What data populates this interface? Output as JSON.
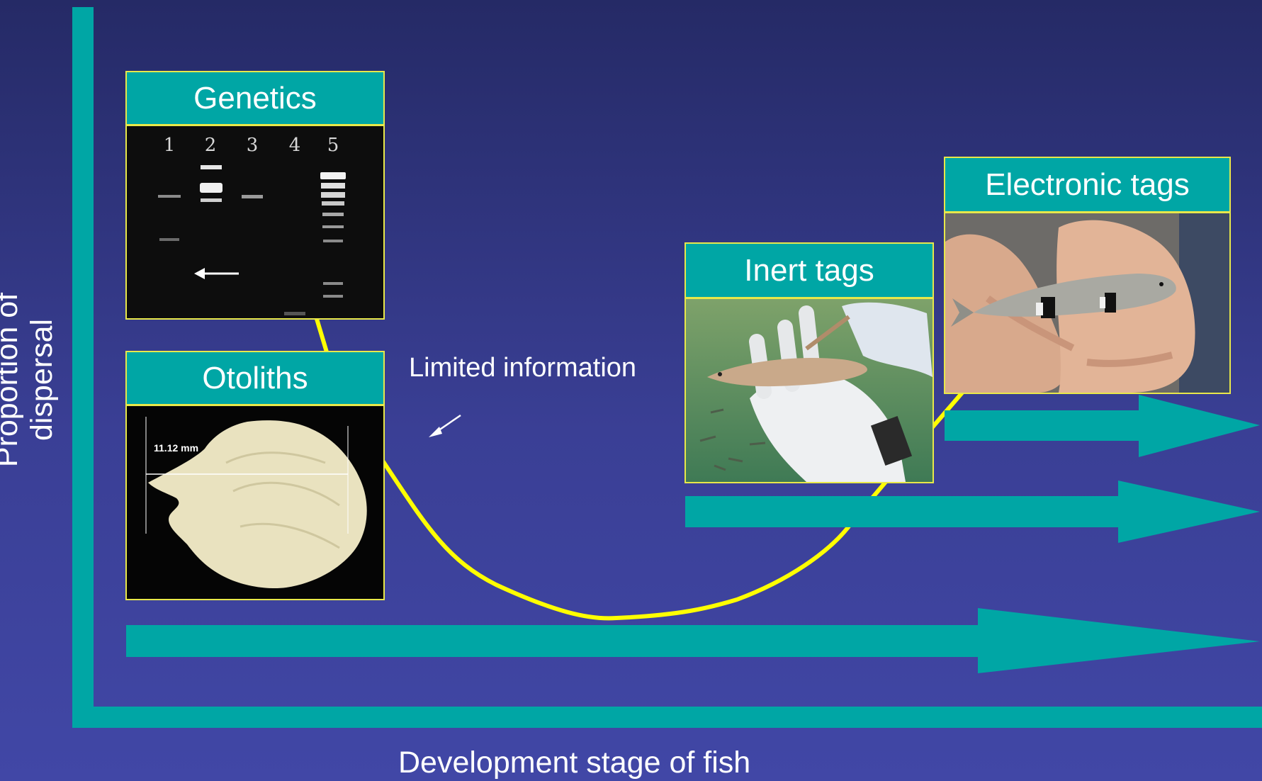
{
  "axes": {
    "y_label": "Proportion of dispersal",
    "x_label": "Development stage of fish"
  },
  "annotation": "Limited information",
  "methods": [
    {
      "key": "genetics",
      "label": "Genetics"
    },
    {
      "key": "otoliths",
      "label": "Otoliths"
    },
    {
      "key": "inert_tags",
      "label": "Inert tags"
    },
    {
      "key": "electronic_tags",
      "label": "Electronic tags"
    }
  ],
  "gel": {
    "lanes": [
      "1",
      "2",
      "3",
      "4",
      "5"
    ]
  },
  "otolith": {
    "scale_text": "11.12 mm"
  },
  "colors": {
    "teal": "#00a6a5",
    "curve": "#ffff00",
    "border": "#e8e84a",
    "text": "#ffffff"
  }
}
